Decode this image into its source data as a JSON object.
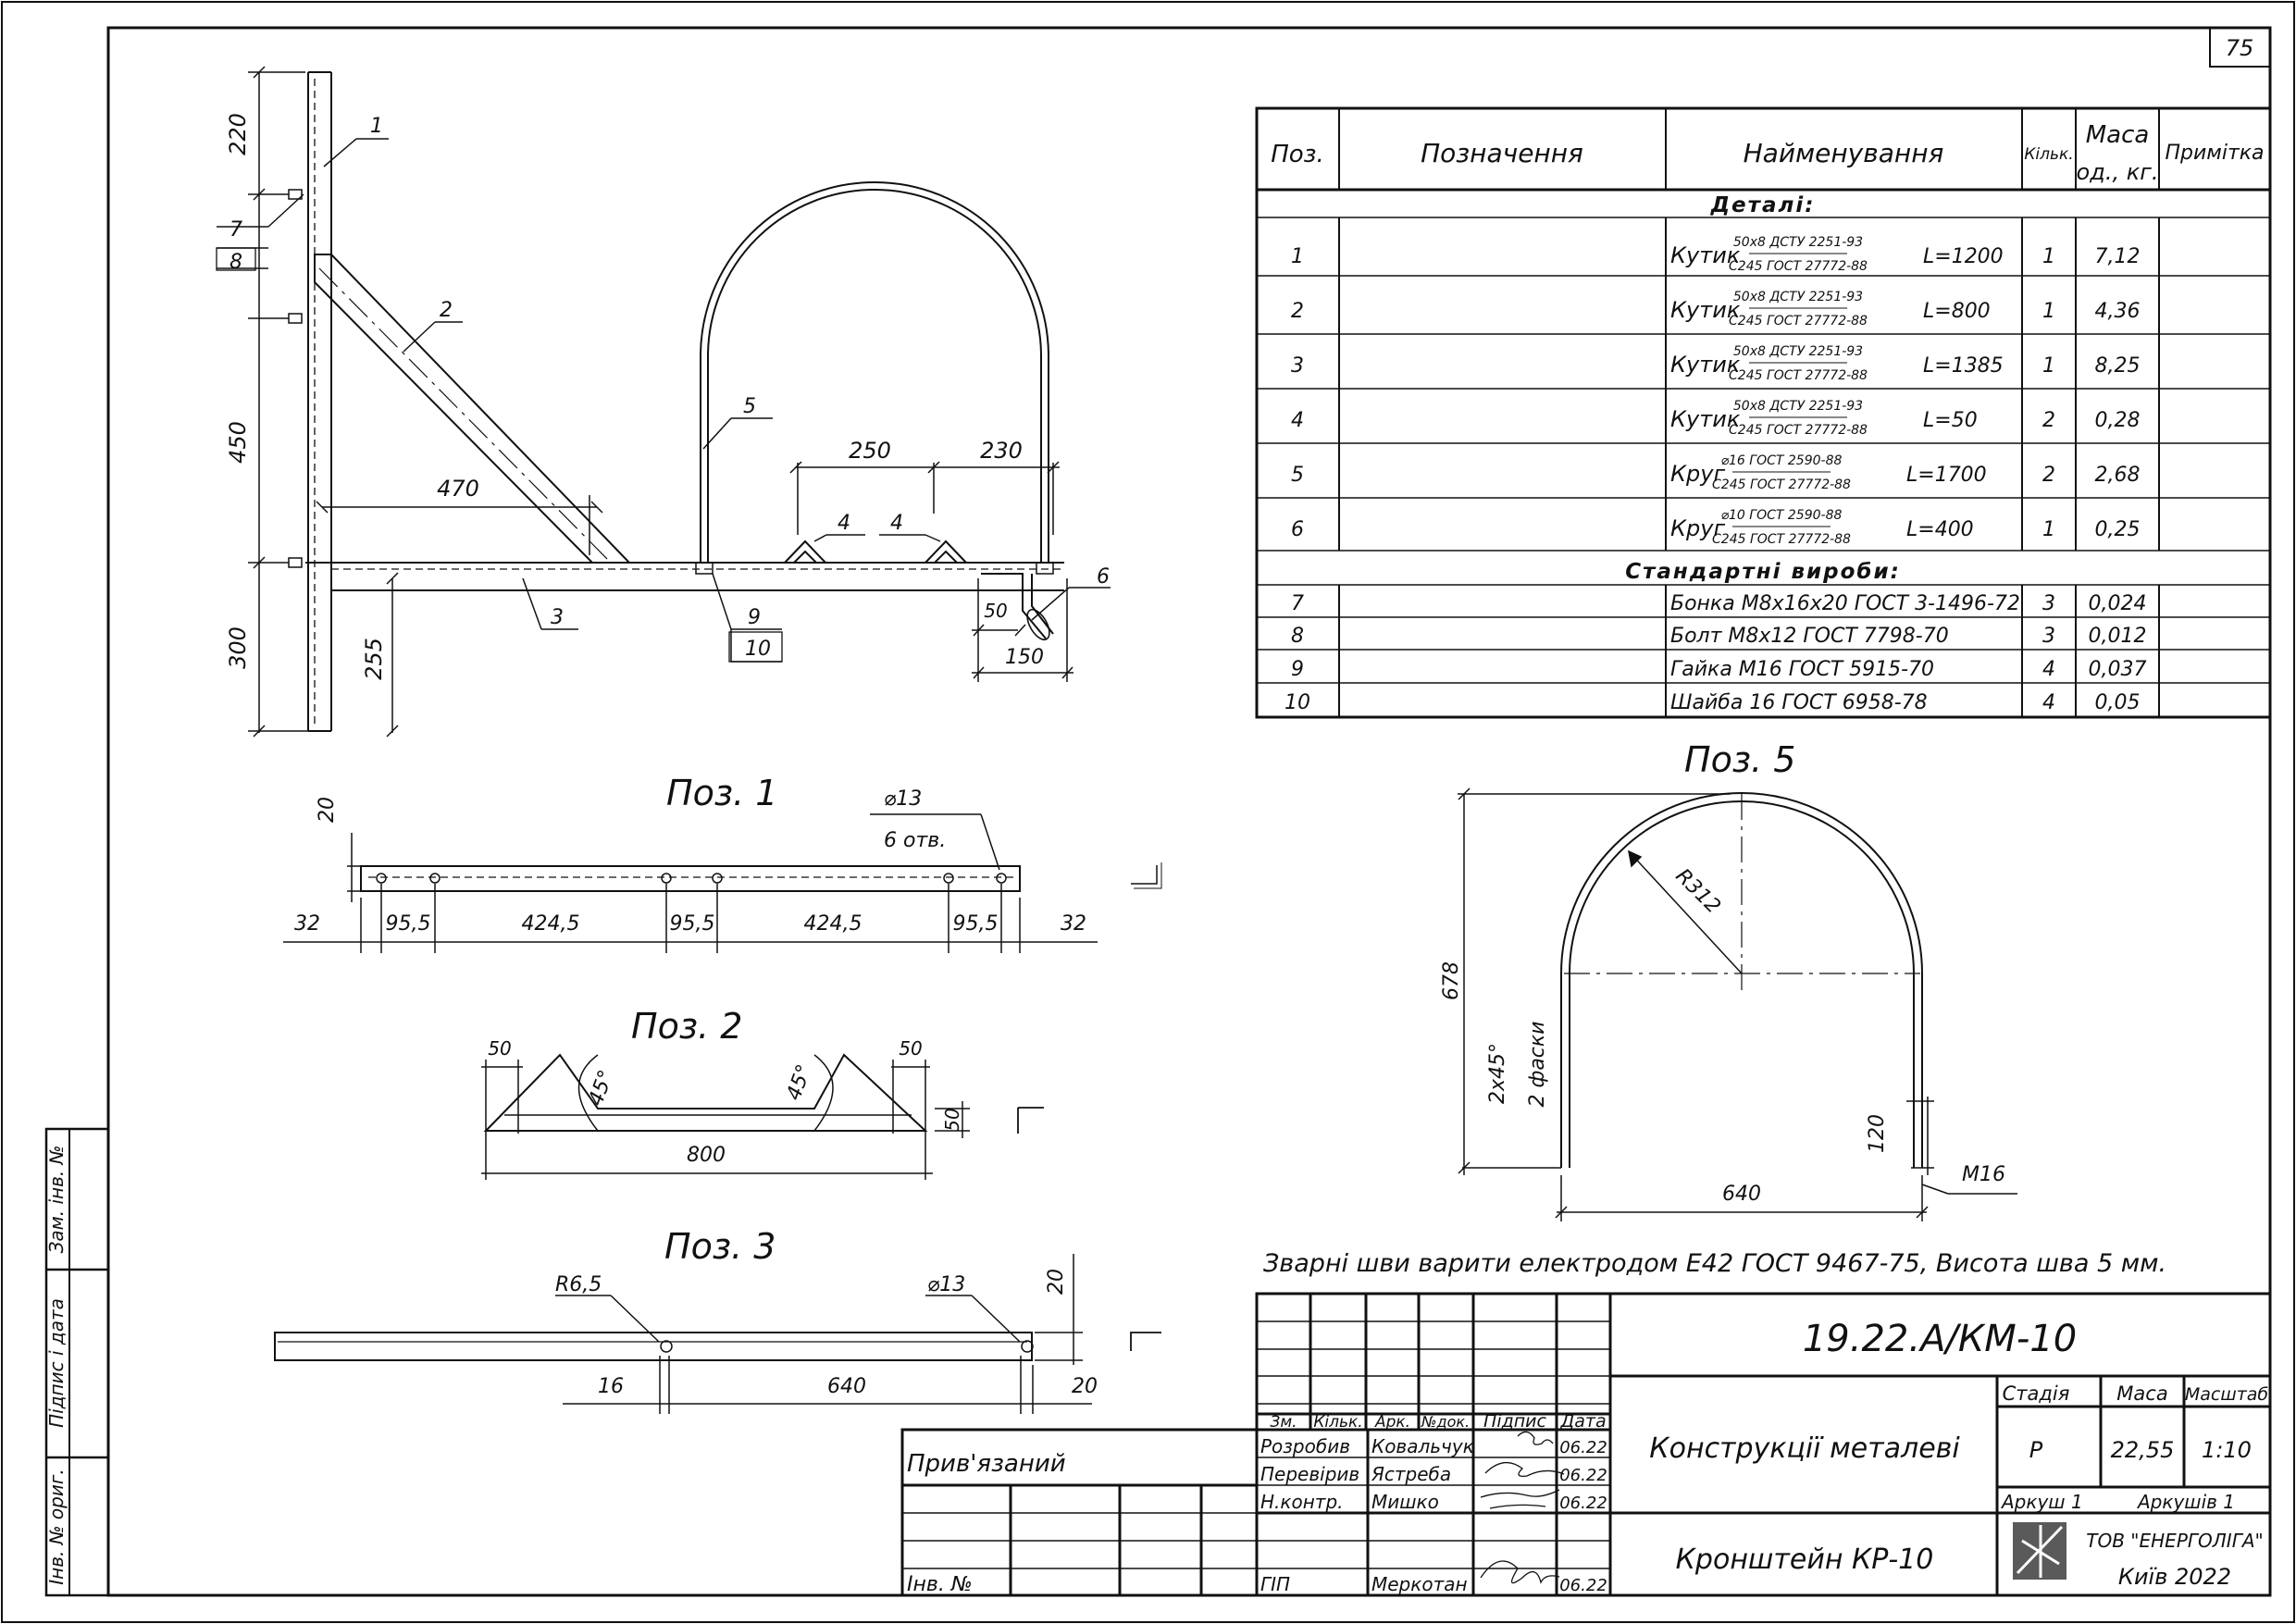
{
  "sheet_number": "75",
  "spec_table": {
    "headers": {
      "pos": "Поз.",
      "designation": "Позначення",
      "name": "Найменування",
      "qty": "Кільк.",
      "mass_line1": "Маса",
      "mass_line2": "од., кг.",
      "note": "Примітка"
    },
    "section_details": "Деталі:",
    "section_standard": "Стандартні вироби:",
    "details": [
      {
        "pos": "1",
        "name": "Кутик",
        "top": "50х8 ДСТУ 2251-93",
        "bottom": "С245 ГОСТ 27772-88",
        "length": "L=1200",
        "qty": "1",
        "mass": "7,12"
      },
      {
        "pos": "2",
        "name": "Кутик",
        "top": "50х8 ДСТУ 2251-93",
        "bottom": "С245 ГОСТ 27772-88",
        "length": "L=800",
        "qty": "1",
        "mass": "4,36"
      },
      {
        "pos": "3",
        "name": "Кутик",
        "top": "50х8 ДСТУ 2251-93",
        "bottom": "С245 ГОСТ 27772-88",
        "length": "L=1385",
        "qty": "1",
        "mass": "8,25"
      },
      {
        "pos": "4",
        "name": "Кутик",
        "top": "50х8 ДСТУ 2251-93",
        "bottom": "С245 ГОСТ 27772-88",
        "length": "L=50",
        "qty": "2",
        "mass": "0,28"
      },
      {
        "pos": "5",
        "name": "Круг",
        "top": "⌀16 ГОСТ 2590-88",
        "bottom": "С245 ГОСТ 27772-88",
        "length": "L=1700",
        "qty": "2",
        "mass": "2,68"
      },
      {
        "pos": "6",
        "name": "Круг",
        "top": "⌀10 ГОСТ 2590-88",
        "bottom": "С245 ГОСТ 27772-88",
        "length": "L=400",
        "qty": "1",
        "mass": "0,25"
      }
    ],
    "standard": [
      {
        "pos": "7",
        "name": "Бонка М8х16х20 ГОСТ 3-1496-72",
        "qty": "3",
        "mass": "0,024"
      },
      {
        "pos": "8",
        "name": "Болт М8х12 ГОСТ 7798-70",
        "qty": "3",
        "mass": "0,012"
      },
      {
        "pos": "9",
        "name": "Гайка М16 ГОСТ 5915-70",
        "qty": "4",
        "mass": "0,037"
      },
      {
        "pos": "10",
        "name": "Шайба 16 ГОСТ 6958-78",
        "qty": "4",
        "mass": "0,05"
      }
    ]
  },
  "assembly": {
    "dims": {
      "d220": "220",
      "d450": "450",
      "d300": "300",
      "d255": "255",
      "d470": "470",
      "d250": "250",
      "d230": "230",
      "d50": "50",
      "d150": "150"
    },
    "labels": {
      "p1": "1",
      "p2": "2",
      "p3": "3",
      "p4a": "4",
      "p4b": "4",
      "p5": "5",
      "p6": "6",
      "p7": "7",
      "p8": "8",
      "p9": "9",
      "p10": "10"
    }
  },
  "poz1": {
    "title": "Поз. 1",
    "hole": "⌀13",
    "holes_count": "6 отв.",
    "d20": "20",
    "dims": [
      "32",
      "95,5",
      "424,5",
      "95,5",
      "424,5",
      "95,5",
      "32"
    ]
  },
  "poz2": {
    "title": "Поз. 2",
    "d50a": "50",
    "d50b": "50",
    "d50c": "50",
    "angle_a": "45°",
    "angle_b": "45°",
    "d800": "800"
  },
  "poz3": {
    "title": "Поз. 3",
    "radius": "R6,5",
    "hole": "⌀13",
    "d20a": "20",
    "d16": "16",
    "d640": "640",
    "d20b": "20"
  },
  "poz5": {
    "title": "Поз. 5",
    "radius": "R312",
    "d678": "678",
    "chamfer_a": "2х45°",
    "chamfer_b": "2 фаски",
    "d120": "120",
    "d640": "640",
    "thread": "М16"
  },
  "weld_note": "Зварні шви варити електродом Е42 ГОСТ 9467-75, Висота шва 5 мм.",
  "side_stamp": {
    "zam": "Зам. інв. №",
    "pidpys": "Підпис і дата",
    "inv": "Інв. № ориг."
  },
  "title_block": {
    "code": "19.22.А/КМ-10",
    "bound": "Прив'язаний",
    "inv_no": "Інв. №",
    "head": {
      "zm": "Зм.",
      "kilk": "Кільк.",
      "ark": "Арк.",
      "ndok": "№док.",
      "pidpys": "Підпис",
      "data": "Дата"
    },
    "people": [
      {
        "role": "Розробив",
        "name": "Ковальчук",
        "date": "06.22"
      },
      {
        "role": "Перевірив",
        "name": "Ястреба",
        "date": "06.22"
      },
      {
        "role": "Н.контр.",
        "name": "Мишко",
        "date": "06.22"
      },
      {
        "role": "ГІП",
        "name": "Меркотан",
        "date": "06.22"
      }
    ],
    "object": "Конструкції металеві",
    "drawing": "Кронштейн КР-10",
    "stage_label": "Стадія",
    "mass_label": "Маса",
    "scale_label": "Масштаб",
    "stage": "Р",
    "mass": "22,55",
    "scale": "1:10",
    "sheet": "Аркуш   1",
    "sheets": "Аркушів   1",
    "company": "ТОВ \"ЕНЕРГОЛІГА\"",
    "city": "Київ 2022"
  }
}
